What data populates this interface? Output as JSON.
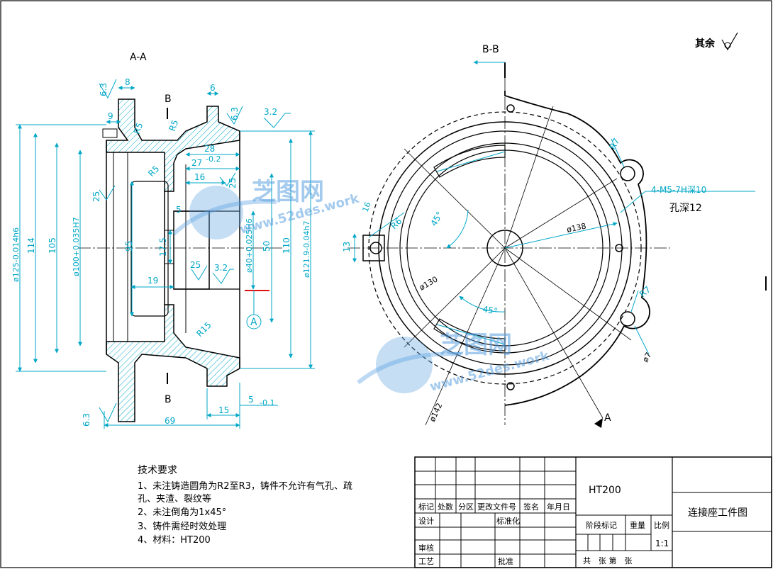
{
  "colors": {
    "outline": "#000000",
    "dimension": "#00a7c7",
    "hatch": "#00a7c7",
    "cut_mark": "#e01010",
    "watermark": "#5aa0e0"
  },
  "top_right_note": "其余",
  "section_labels": {
    "aa": "A-A",
    "bb": "B-B",
    "b_top": "B",
    "b_bottom": "B",
    "a_arrow": "A",
    "a_circle": "A"
  },
  "dims_aa": {
    "d8": "8",
    "d6": "6",
    "d9": "9",
    "r5a": "R5",
    "r5b": "R5",
    "r5c": "R5",
    "d28": "28",
    "d27": "27",
    "d27tol": "-0.2",
    "d16": "16",
    "d95": "95",
    "d175": "17.5",
    "d19": "19",
    "d50": "50",
    "d110": "110",
    "d114": "114",
    "d105": "105",
    "d125": "ø125-0.014h6",
    "d100": "ø100+0.035H7",
    "d40": "ø40+0.025H6",
    "d121": "ø121.9-0.04h7",
    "r15": "R15",
    "d15": "15",
    "d5": "5",
    "d5tol": "-0.1",
    "d69": "69",
    "d5b": "5",
    "rough63a": "6.3",
    "rough63b": "6.3",
    "rough63c": "6.3",
    "rough32a": "3.2",
    "rough32b": "3.2",
    "rough25a": "25",
    "rough25b": "25",
    "rough25c": "25"
  },
  "dims_bb": {
    "r7a": "R7",
    "r7b": "R7",
    "thread": "4-M5-7H深10",
    "hole_depth": "孔深12",
    "d138": "ø138",
    "d130": "ø130",
    "d142": "ø142",
    "r6": "R6",
    "d13": "13",
    "d7": "ø7",
    "ang45a": "45°",
    "ang45b": "45°",
    "d16b": "16"
  },
  "tech_requirements": {
    "title": "技术要求",
    "lines": [
      "1、未注铸造圆角为R2至R3，铸件不允许有气孔、疏",
      "孔、夹渣、裂纹等",
      "2、未注倒角为1x45°",
      "3、铸件需经时效处理",
      "4、材料：HT200"
    ]
  },
  "title_block": {
    "material": "HT200",
    "part_name": "连接座工件图",
    "header_cells": [
      "标记",
      "处数",
      "分区",
      "更改文件号",
      "签名",
      "年月日"
    ],
    "row_design": "设计",
    "row_standard": "标准化",
    "row_review": "审核",
    "row_process": "工艺",
    "row_approve": "批准",
    "stage_mark": "阶段标记",
    "weight": "重量",
    "scale_label": "比例",
    "scale_value": "1:1",
    "sheet_info": "共　张 第　张"
  },
  "watermark": {
    "text1": "芝图网",
    "text2": "www.52des.work"
  }
}
